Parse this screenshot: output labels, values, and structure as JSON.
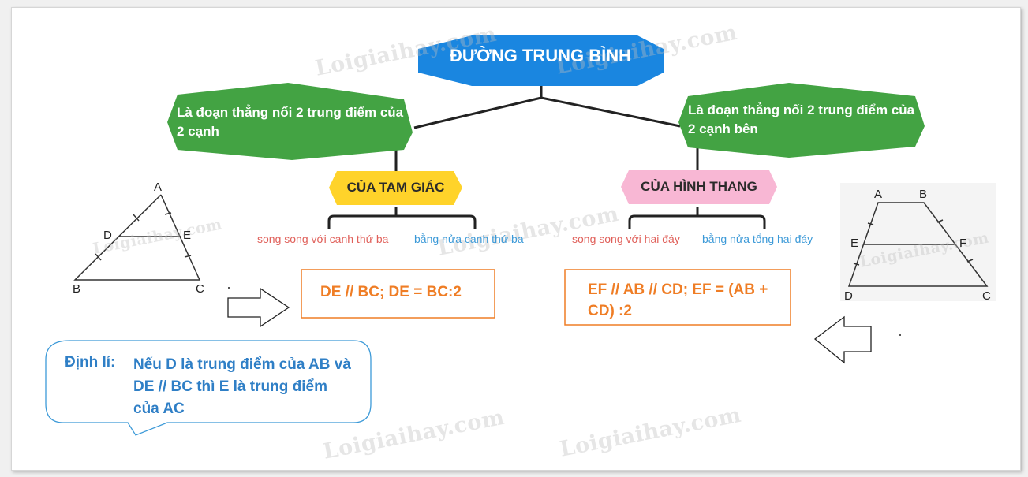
{
  "title": "ĐƯỜNG TRUNG BÌNH",
  "colors": {
    "title_bg": "#1a86e0",
    "green": "#43a343",
    "triangle_tag": "#ffd32a",
    "trapezoid_tag": "#f8b7d4",
    "formula_text": "#ef7d25",
    "formula_border": "#ef7d25",
    "parallel_label": "#e0605a",
    "half_label": "#3d9ad8",
    "theorem_text": "#2f7fc6",
    "theorem_border": "#3d9ad8"
  },
  "left": {
    "definition": "Là đoạn thẳng nối 2 trung điểm của 2 cạnh",
    "tag": "CỦA TAM GIÁC",
    "branch_parallel": "song song với cạnh thứ ba",
    "branch_half": "bằng nửa cạnh thứ ba",
    "formula": "DE // BC; DE = BC:2"
  },
  "right": {
    "definition": "Là đoạn thẳng nối 2 trung điểm của 2 cạnh bên",
    "tag": "CỦA HÌNH THANG",
    "branch_parallel": "song song với hai đáy",
    "branch_half": "bằng nửa tổng hai đáy",
    "formula": "EF // AB // CD; EF = (AB + CD) :2"
  },
  "theorem": {
    "label": "Định lí:",
    "text": "Nếu D là trung điểm của AB và DE // BC  thì E là trung điểm của  AC"
  },
  "triangle_points": {
    "a": "A",
    "b": "B",
    "c": "C",
    "d": "D",
    "e": "E"
  },
  "trapezoid_points": {
    "a": "A",
    "b": "B",
    "c": "C",
    "d": "D",
    "e": "E",
    "f": "F"
  },
  "watermark": "Loigiaihay.com",
  "icons": {
    "right_arrow": "hollow-right-arrow-icon",
    "left_arrow": "hollow-left-arrow-icon"
  }
}
